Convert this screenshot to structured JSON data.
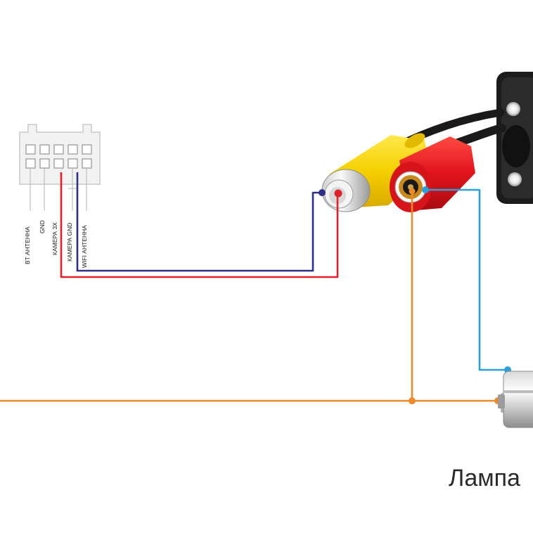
{
  "connector": {
    "pin_labels": [
      "BT  АНТЕННА",
      "GND",
      "КАМЕРА 3Х",
      "КАМЕРА GND",
      "WIFI  АНТЕННА"
    ]
  },
  "lamp": {
    "label": "Лампа"
  },
  "wire_colors": {
    "red": "#e0212b",
    "blue": "#2e2f86",
    "orange": "#ee8a2a",
    "cyan": "#2aa0dd"
  }
}
